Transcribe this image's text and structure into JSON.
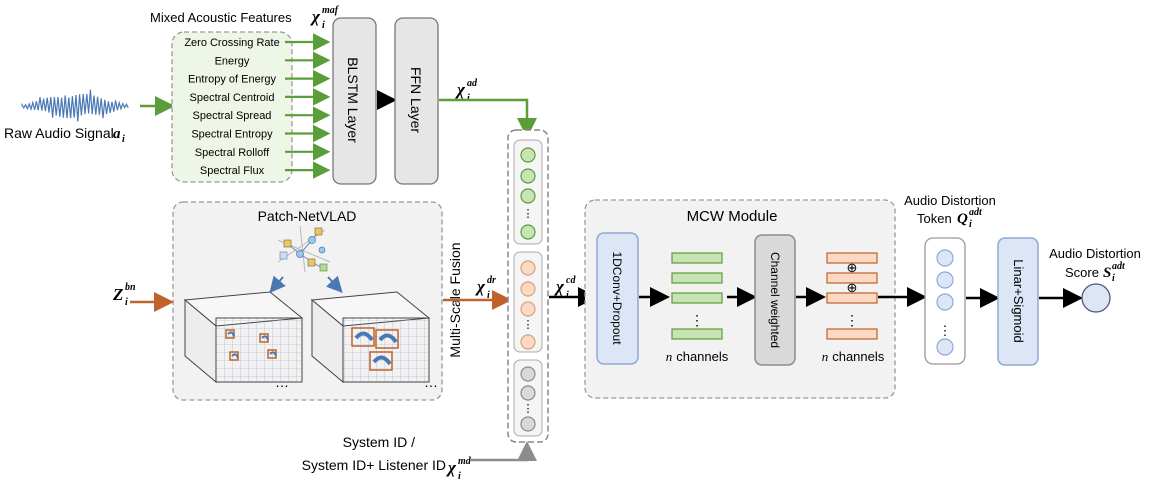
{
  "labels": {
    "mixed_features_title": "Mixed Acoustic Features",
    "mixed_features_sym": "χ",
    "mixed_features_sub": "i",
    "mixed_features_sup": "maf",
    "raw_audio": "Raw Audio Signal",
    "raw_audio_sym": "a",
    "raw_audio_sub": "i",
    "blstm": "BLSTM Layer",
    "ffn": "FFN Layer",
    "ad_sym": "χ",
    "ad_sub": "i",
    "ad_sup": "ad",
    "patch_netvlad": "Patch-NetVLAD",
    "z_sym": "Z",
    "z_sub": "i",
    "z_sup": "bn",
    "multiscale": "Multi-Scale Fusion",
    "dr_sym": "χ",
    "dr_sub": "i",
    "dr_sup": "dr",
    "cd_sym": "χ",
    "cd_sub": "i",
    "cd_sup": "cd",
    "mcw": "MCW Module",
    "conv": "1DConv+Dropout",
    "channel_weighted": "Channel weighted",
    "n_channels_1": "n channels",
    "n_channels_2": "n channels",
    "adt_token_line1": "Audio Distortion",
    "adt_token_line2": "Token",
    "q_sym": "Q",
    "q_sub": "i",
    "q_sup": "adt",
    "linear": "Linar+Sigmoid",
    "score_line1": "Audio Distortion",
    "score_line2": "Score",
    "s_sym": "S",
    "s_sub": "i",
    "s_sup": "adt",
    "sysid_line1": "System ID /",
    "sysid_line2": "System ID+ Listener ID",
    "md_sym": "χ",
    "md_sub": "i",
    "md_sup": "md",
    "ellipsis": "…",
    "vdots": "⋮",
    "oplus": "⊕"
  },
  "features": [
    "Zero Crossing Rate",
    "Energy",
    "Entropy of Energy",
    "Spectral Centroid",
    "Spectral Spread",
    "Spectral Entropy",
    "Spectral Rolloff",
    "Spectral Flux"
  ],
  "colors": {
    "green": "#5a9e3a",
    "green_fill": "#c8e3b4",
    "orange": "#c0622b",
    "orange_fill": "#fbd9c2",
    "gray": "#8c8c8c",
    "gray_fill": "#d9d9d9",
    "blue_fill": "#dce6f6",
    "blue_stroke": "#8ea9d6",
    "wave": "#4a78b5"
  }
}
